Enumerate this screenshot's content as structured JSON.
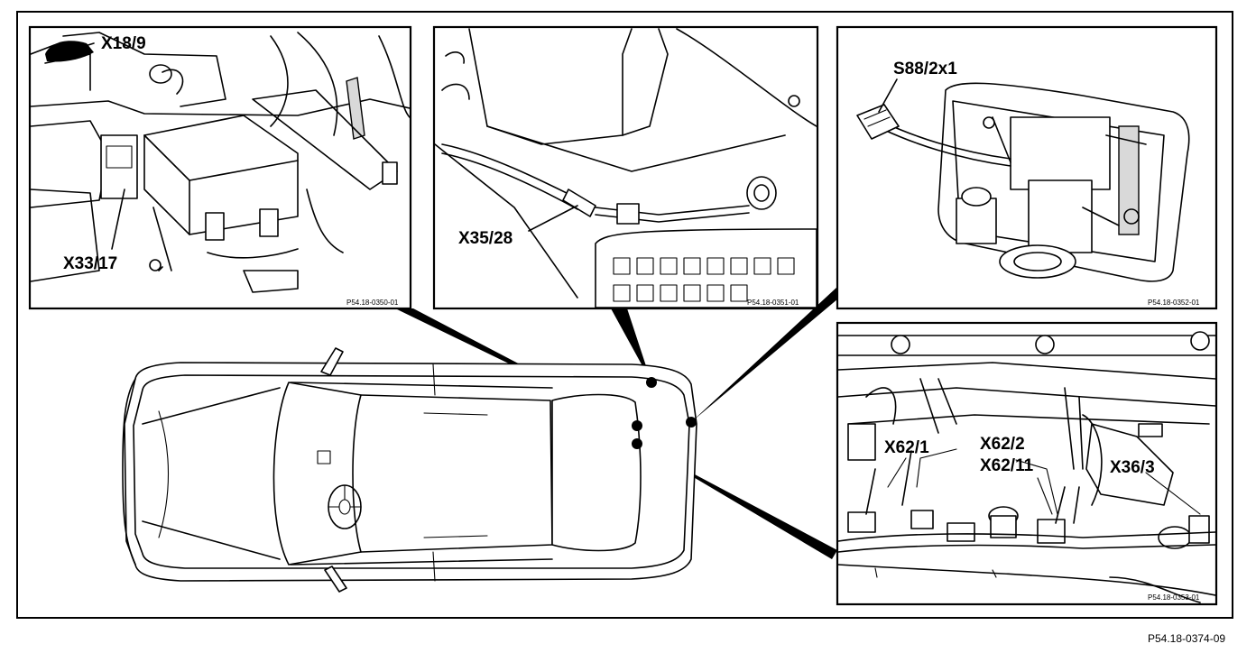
{
  "figure_ref": "P54.18-0374-09",
  "panels": {
    "top_left": {
      "ref": "P54.18-0350-01",
      "labels": [
        "X18/9",
        "X33/17"
      ]
    },
    "top_middle": {
      "ref": "P54.18-0351-01",
      "labels": [
        "X35/28"
      ]
    },
    "top_right": {
      "ref": "P54.18-0352-01",
      "labels": [
        "S88/2x1"
      ]
    },
    "bottom_right": {
      "ref": "P54.18-0353-01",
      "labels": [
        "X62/1",
        "X62/2",
        "X62/11",
        "X36/3"
      ]
    }
  }
}
